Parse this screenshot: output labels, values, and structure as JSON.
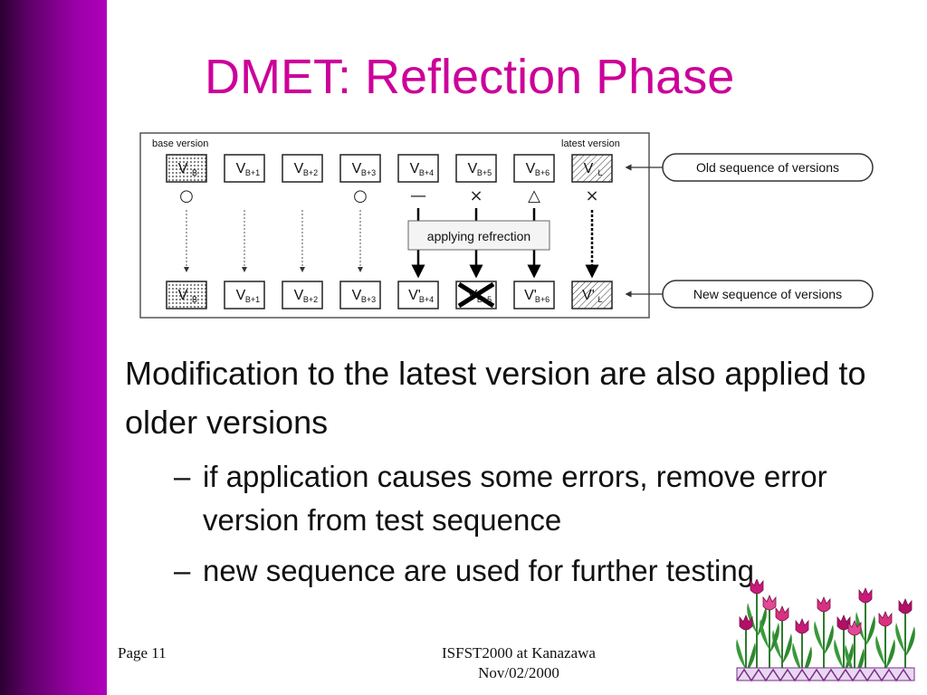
{
  "slide": {
    "title": "DMET: Reflection Phase",
    "bullet_main": "Modification to the latest version are also applied to older versions",
    "sub_bullets": [
      "if application causes some errors, remove error version from test sequence",
      "new sequence are used for further testing"
    ],
    "dash": "–"
  },
  "diagram": {
    "base_version_label": "base version",
    "latest_version_label": "latest version",
    "old_sequence_label": "Old sequence of versions",
    "new_sequence_label": "New sequence of versions",
    "applying_label": "applying refrection",
    "top_row": [
      {
        "v": "V",
        "sub": "B",
        "hatch": "dots"
      },
      {
        "v": "V",
        "sub": "B+1"
      },
      {
        "v": "V",
        "sub": "B+2"
      },
      {
        "v": "V",
        "sub": "B+3"
      },
      {
        "v": "V",
        "sub": "B+4"
      },
      {
        "v": "V",
        "sub": "B+5"
      },
      {
        "v": "V",
        "sub": "B+6"
      },
      {
        "v": "V",
        "sub": "L",
        "hatch": "lines"
      }
    ],
    "bottom_row": [
      {
        "v": "V",
        "sub": "B",
        "hatch": "dots"
      },
      {
        "v": "V",
        "sub": "B+1"
      },
      {
        "v": "V",
        "sub": "B+2"
      },
      {
        "v": "V",
        "sub": "B+3"
      },
      {
        "v": "V'",
        "sub": "B+4"
      },
      {
        "v": "V",
        "sub": "B+5",
        "crossed": true
      },
      {
        "v": "V'",
        "sub": "B+6"
      },
      {
        "v": "V'",
        "sub": "L",
        "hatch": "lines"
      }
    ],
    "marks": [
      "○",
      "",
      "",
      "○",
      "—",
      "×",
      "△",
      "×"
    ]
  },
  "footer": {
    "page": "Page 11",
    "conference": "ISFST2000 at Kanazawa",
    "date": "Nov/02/2000"
  }
}
